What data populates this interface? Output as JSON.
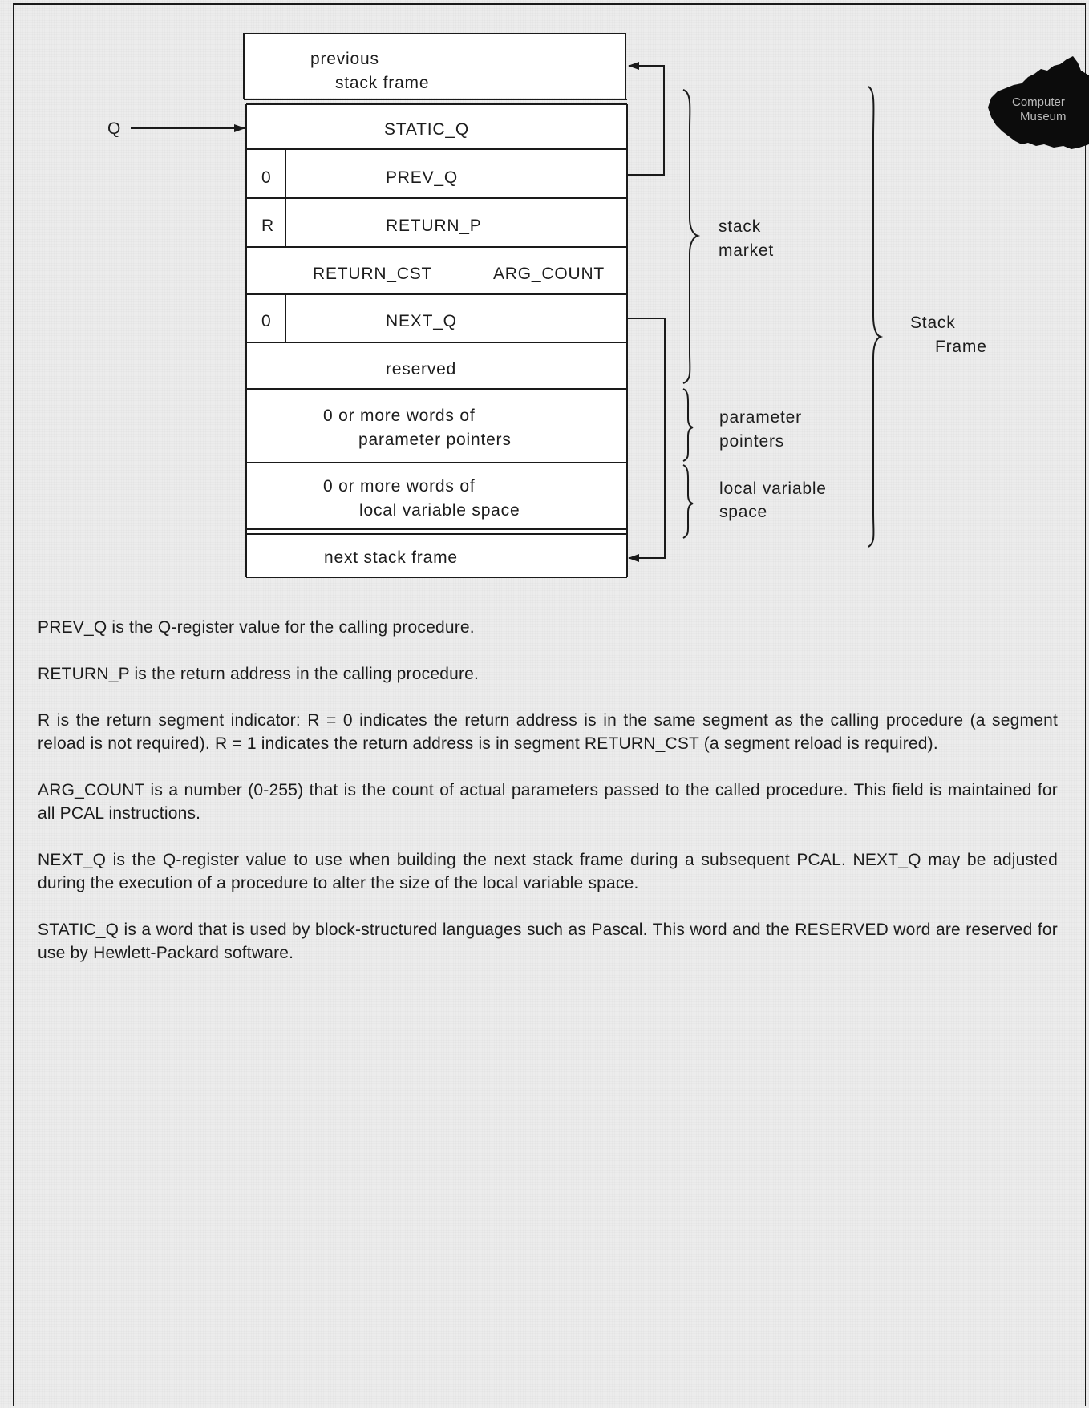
{
  "diagram": {
    "pointer_label": "Q",
    "rows": {
      "previous_1": "previous",
      "previous_2": "stack frame",
      "static_q": "STATIC_Q",
      "prev_q_flag": "0",
      "prev_q": "PREV_Q",
      "return_p_flag": "R",
      "return_p": "RETURN_P",
      "return_cst": "RETURN_CST",
      "arg_count": "ARG_COUNT",
      "next_q_flag": "0",
      "next_q": "NEXT_Q",
      "reserved": "reserved",
      "param_1": "0 or more words of",
      "param_2": "parameter pointers",
      "local_1": "0 or more words of",
      "local_2": "local variable space",
      "next_frame": "next stack frame"
    },
    "brace_labels": {
      "stack_marker_1": "stack",
      "stack_marker_2": "market",
      "params_1": "parameter",
      "params_2": "pointers",
      "locals_1": "local variable",
      "locals_2": "space",
      "frame_1": "Stack",
      "frame_2": "Frame"
    }
  },
  "logo": {
    "line_1": "Computer",
    "line_2": "Museum"
  },
  "notes": [
    "PREV_Q is the Q-register value for the calling procedure.",
    "RETURN_P is the return address in the calling procedure.",
    "R is the return segment indicator: R = 0 indicates the return address is in the same segment as the calling procedure (a segment reload is not required). R = 1 indicates the return address is in segment RETURN_CST (a segment reload is required).",
    "ARG_COUNT is a number (0-255) that is the count of actual parameters passed to the called procedure. This field is maintained for all PCAL instructions.",
    "NEXT_Q is the Q-register value to use when building the next stack frame during a subsequent PCAL. NEXT_Q may be adjusted during the execution of a procedure to alter the size of the local variable space.",
    "STATIC_Q is a word that is used by block-structured languages such as Pascal. This word and the RESERVED word are reserved for use by Hewlett-Packard software."
  ]
}
